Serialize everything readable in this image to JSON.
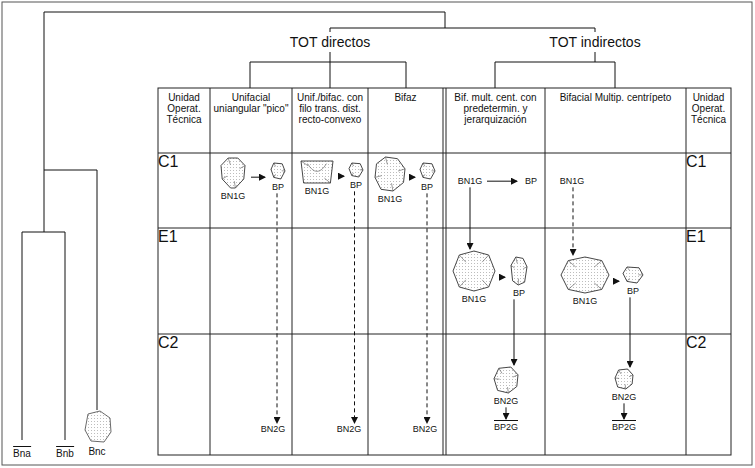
{
  "diagram": {
    "nodes": [
      {
        "text": [
          "Unidad Operat. Técnica"
        ]
      },
      {
        "text": [
          "Unifacial uniangular \"pico\""
        ]
      },
      {
        "text": [
          "Unif./bifac. con filo trans. dist. recto-convexo"
        ]
      },
      {
        "text": [
          "Bifaz"
        ]
      },
      {
        "text": [
          "Bif. mult. cent. con predetermin. y jerarquización"
        ]
      },
      {
        "text": [
          "Bifacial Multip. centrípeto"
        ]
      },
      {
        "text": [
          "Unidad Operat. Técnica"
        ]
      },
      {
        "text": [
          "C1"
        ]
      },
      {
        "text": [
          "BN1G"
        ]
      },
      {
        "text": [
          "BP"
        ]
      },
      {
        "text": [
          "BN1G"
        ]
      },
      {
        "text": [
          "BP"
        ]
      },
      {
        "text": [
          "BN1G"
        ]
      },
      {
        "text": [
          "BP"
        ]
      },
      {
        "text": [
          "BN1G"
        ]
      },
      {
        "text": [
          "BP"
        ]
      },
      {
        "text": [
          "BN1G"
        ]
      },
      {
        "text": [
          "C1"
        ]
      },
      {
        "text": [
          "E1"
        ]
      },
      {
        "text": [
          "BN1G"
        ]
      },
      {
        "text": [
          "BP"
        ]
      },
      {
        "text": [
          "BN1G"
        ]
      },
      {
        "text": [
          "BP"
        ]
      },
      {
        "text": [
          "E1"
        ]
      },
      {
        "text": [
          "C2"
        ]
      },
      {
        "text": [
          "BN2G"
        ]
      },
      {
        "text": [
          "BN2G"
        ]
      },
      {
        "text": [
          "BN2G"
        ]
      },
      {
        "text": [
          "BN2G"
        ]
      },
      {
        "text": [
          "BP2G"
        ]
      },
      {
        "text": [
          "BN2G"
        ]
      },
      {
        "text": [
          "BP2G"
        ]
      },
      {
        "text": [
          "C2"
        ]
      }
    ],
    "edges": [
      {
        "from": 8,
        "to": 9,
        "arrow": "to"
      },
      {
        "from": 9,
        "to": 25,
        "arrow": "to"
      },
      {
        "from": 10,
        "to": 11,
        "arrow": "to"
      },
      {
        "from": 11,
        "to": 26,
        "arrow": "to"
      },
      {
        "from": 12,
        "to": 13,
        "arrow": "to"
      },
      {
        "from": 13,
        "to": 27,
        "arrow": "to"
      },
      {
        "from": 14,
        "to": 15,
        "arrow": "to"
      },
      {
        "from": 14,
        "to": 19,
        "arrow": "to"
      },
      {
        "from": 19,
        "to": 20,
        "arrow": "to"
      },
      {
        "from": 20,
        "to": 28,
        "arrow": "to"
      },
      {
        "from": 28,
        "to": 29,
        "arrow": "to"
      },
      {
        "from": 16,
        "to": 21,
        "arrow": "to"
      },
      {
        "from": 21,
        "to": 22,
        "arrow": "to"
      },
      {
        "from": 22,
        "to": 30,
        "arrow": "to"
      },
      {
        "from": 30,
        "to": 31,
        "arrow": "to"
      }
    ],
    "labels": [
      "TOT directos",
      "TOT indirectos",
      "Bna",
      "Bnb",
      "Bnc"
    ]
  }
}
